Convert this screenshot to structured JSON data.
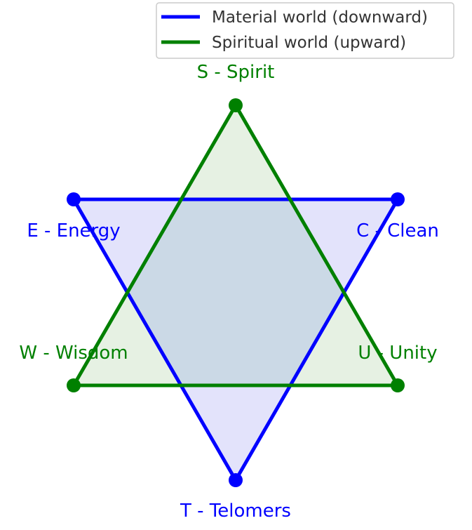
{
  "legend": {
    "items": [
      {
        "label": "Material world (downward)",
        "color": "#0000ff"
      },
      {
        "label": "Spiritual world (upward)",
        "color": "#008000"
      }
    ]
  },
  "triangles": {
    "downward": {
      "color": "#0000ff",
      "fill": "#e3e3fb",
      "vertices": {
        "top_left": "E - Energy",
        "top_right": "C - Clean",
        "bottom": "T - Telomers"
      }
    },
    "upward": {
      "color": "#008000",
      "fill": "#e6f1e3",
      "vertices": {
        "top": "S - Spirit",
        "bottom_left": "W - Wisdom",
        "bottom_right": "U - Unity"
      }
    },
    "overlap_fill": "#cbd9e6"
  }
}
